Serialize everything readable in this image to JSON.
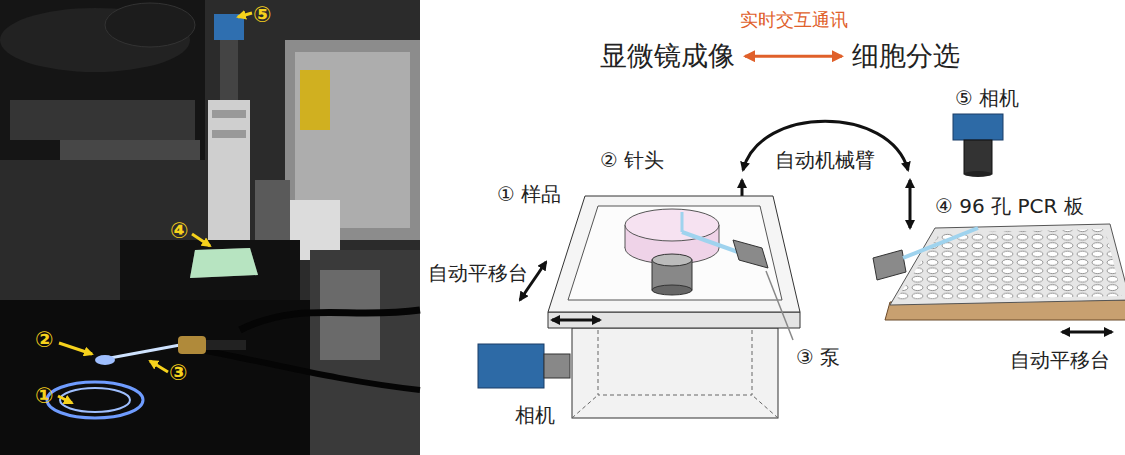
{
  "diagram": {
    "nodes": [
      {
        "text": [
          "显微镜成像"
        ]
      },
      {
        "text": [
          "细胞分选"
        ]
      }
    ],
    "edges": [
      {
        "from": 0,
        "to": 1,
        "label": "实时交互通讯",
        "arrow": "both"
      }
    ],
    "labels": [
      "①",
      "②",
      "③",
      "④",
      "⑤",
      "⑤ 相机",
      "自动机械臂",
      "① 样品",
      "② 针头",
      "④ 96 孔 PCR 板",
      "自动平移台",
      "③ 泵",
      "自动平移台",
      "相机"
    ]
  }
}
